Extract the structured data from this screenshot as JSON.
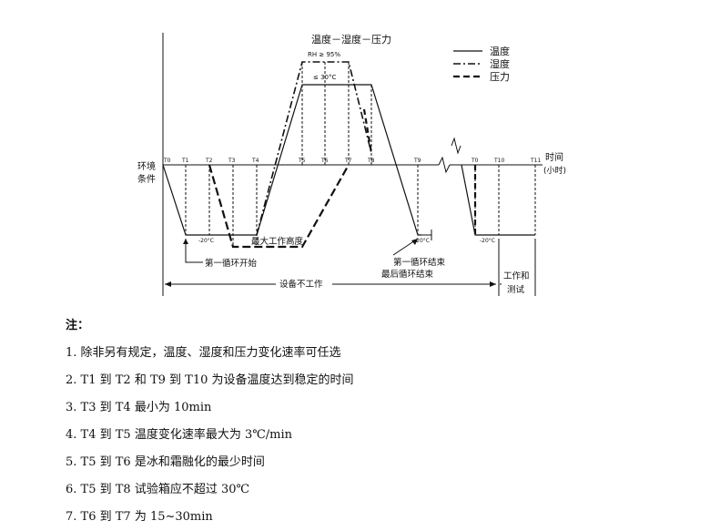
{
  "figure": {
    "title": "温度－湿度－压力",
    "legend": [
      "温度",
      "湿度",
      "压力"
    ],
    "time_labels": [
      "T0",
      "T1",
      "T2",
      "T3",
      "T4",
      "T5",
      "T6",
      "T7",
      "T8",
      "T9",
      "T0",
      "T10",
      "T11"
    ],
    "axis_label": [
      "时间",
      "(小时)"
    ],
    "env_label": [
      "环境",
      "条件"
    ],
    "annotations": {
      "rh": "RH ≥ 95%",
      "temp_max": "≤ 30°C",
      "low_temp_1": "-20°C",
      "low_temp_2": "-20°C",
      "low_temp_3": "-20°C",
      "altitude": "最大工作高度",
      "cycle_start": "第一循环开始",
      "cycle_end_1": "第一循环结束",
      "cycle_end_2": "最后循环结束",
      "not_working": "设备不工作",
      "working": [
        "工作和",
        "测试"
      ]
    }
  },
  "notes": {
    "title": "注：",
    "items": [
      "1. 除非另有规定，温度、湿度和压力变化速率可任选",
      "2. T1 到 T2 和 T9 到 T10 为设备温度达到稳定的时间",
      "3. T3 到 T4 最小为 10min",
      "4. T4 到 T5 温度变化速率最大为 3℃/min",
      "5. T5 到 T6 是冰和霜融化的最少时间",
      "6. T5 到 T8 试验箱应不超过 30℃",
      "7. T6 到 T7 为 15~30min"
    ]
  }
}
